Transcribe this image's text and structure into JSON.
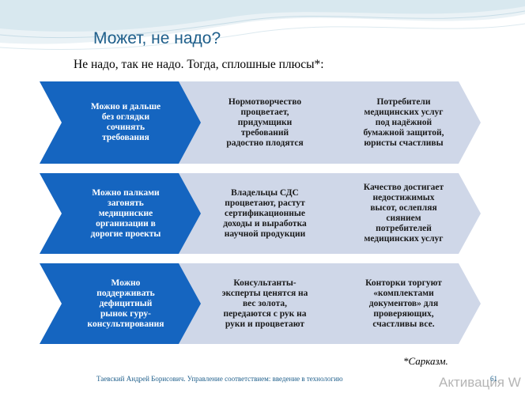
{
  "slide": {
    "title": "Может, не надо?",
    "subtitle": "Не надо, так не надо. Тогда, сплошные плюсы*:",
    "rows": [
      {
        "first": "Можно и дальше\nбез оглядки\nсочинять\nтребования",
        "second": "Нормотворчество\nпроцветает,\nпридумщики\nтребований\nрадостно плодятся",
        "third": "Потребители\nмедицинских услуг\nпод надёжной\nбумажной защитой,\nюристы счастливы"
      },
      {
        "first": "Можно палками\nзагонять\nмедицинские\nорганизации в\nдорогие проекты",
        "second": "Владельцы СДС\nпроцветают, растут\nсертификационные\nдоходы и выработка\nнаучной продукции",
        "third": "Качество достигает\nнедостижимых\nвысот, ослепляя\nсиянием\nпотребителей\nмедицинских услуг"
      },
      {
        "first": "Можно\nподдерживать\nдефицитный\nрынок гуру-\nконсультирования",
        "second": "Консультанты-\nэксперты ценятся на\nвес золота,\nпередаются с рук на\nруки и процветают",
        "third": "Конторки торгуют\n«комплектами\nдокументов» для\nпроверяющих,\nсчастливы все."
      }
    ],
    "footnote": "*Сарказм.",
    "footer": "Таевский Андрей Борисович. Управление соответствием: введение в технологию",
    "page_number": "61",
    "watermark": "Активация W"
  },
  "colors": {
    "first_chevron": "#1565c0",
    "other_chevron": "#cfd7e8",
    "title": "#1f5f8b",
    "wave": "#d8e8ef"
  }
}
